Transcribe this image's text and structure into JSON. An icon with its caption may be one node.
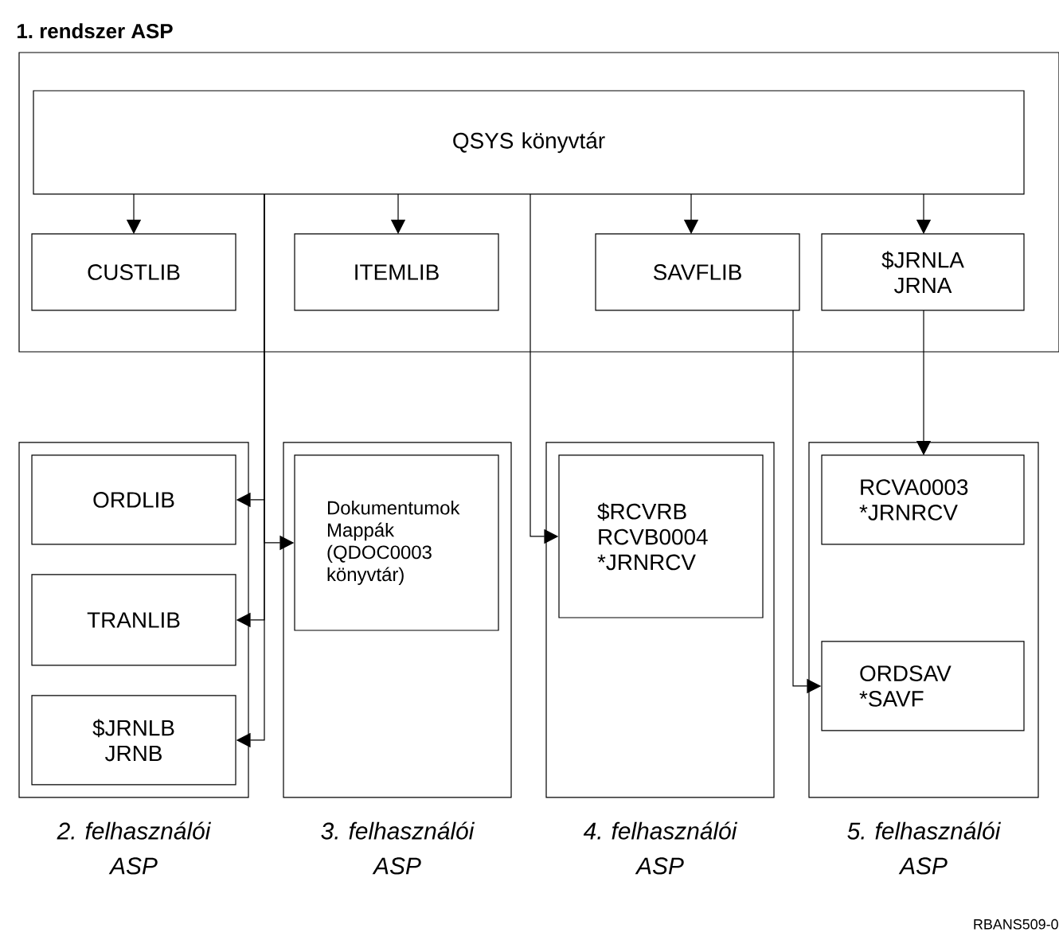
{
  "diagram": {
    "nodes": [
      {
        "text": [
          "1. rendszer ASP"
        ]
      },
      {
        "text": [
          "QSYS könyvtár"
        ],
        "in": 0
      },
      {
        "text": [
          "CUSTLIB"
        ],
        "in": 0
      },
      {
        "text": [
          "ITEMLIB"
        ],
        "in": 0
      },
      {
        "text": [
          "SAVFLIB"
        ],
        "in": 0
      },
      {
        "text": [
          "$JRNLA JRNA"
        ],
        "in": 0
      },
      {
        "text": [
          "2. felhasználói ASP"
        ]
      },
      {
        "text": [
          "ORDLIB"
        ],
        "in": 6
      },
      {
        "text": [
          "TRANLIB"
        ],
        "in": 6
      },
      {
        "text": [
          "$JRNLB JRNB"
        ],
        "in": 6
      },
      {
        "text": [
          "3. felhasználói ASP"
        ]
      },
      {
        "text": [
          "Dokumentumok Mappák (QDOC0003 könyvtár)"
        ],
        "in": 10
      },
      {
        "text": [
          "4. felhasználói ASP"
        ]
      },
      {
        "text": [
          "$RCVRB RCVB0004 *JRNRCV"
        ],
        "in": 12
      },
      {
        "text": [
          "5. felhasználói ASP"
        ]
      },
      {
        "text": [
          "RCVA0003 *JRNRCV"
        ],
        "in": 14
      },
      {
        "text": [
          "ORDSAV *SAVF"
        ],
        "in": 14
      }
    ],
    "edges": [
      {
        "from": 1,
        "to": 2,
        "arrow": "to"
      },
      {
        "from": 1,
        "to": 3,
        "arrow": "to"
      },
      {
        "from": 1,
        "to": 4,
        "arrow": "to"
      },
      {
        "from": 1,
        "to": 5,
        "arrow": "to"
      },
      {
        "from": 1,
        "to": 7,
        "arrow": "to"
      },
      {
        "from": 1,
        "to": 8,
        "arrow": "to"
      },
      {
        "from": 1,
        "to": 9,
        "arrow": "to"
      },
      {
        "from": 1,
        "to": 11,
        "arrow": "to"
      },
      {
        "from": 1,
        "to": 13,
        "arrow": "to"
      },
      {
        "from": 4,
        "to": 16,
        "arrow": "to"
      },
      {
        "from": 5,
        "to": 15,
        "arrow": "to"
      }
    ],
    "labels": [
      "RBANS509-0"
    ]
  }
}
